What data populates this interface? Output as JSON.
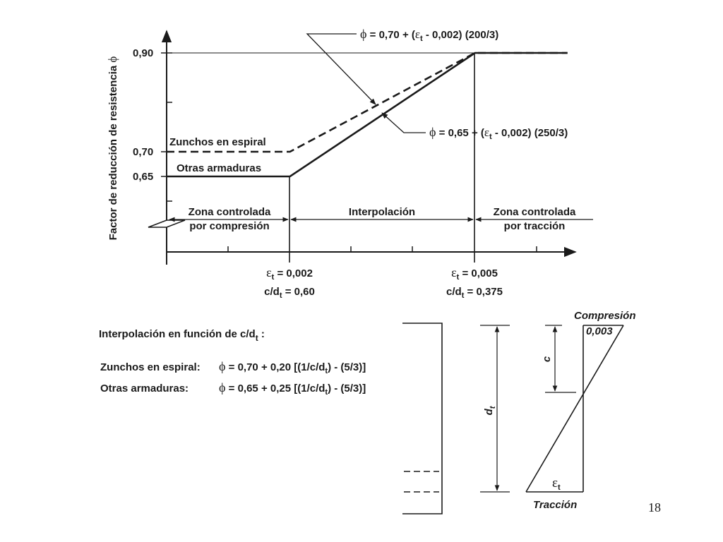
{
  "chart_data": {
    "type": "line",
    "ylabel": "Factor de reducción de resistencia",
    "ylabel_symbol": "ϕ",
    "y_ticks": [
      {
        "value": 0.9,
        "label": "0,90"
      },
      {
        "value": 0.7,
        "label": "0,70"
      },
      {
        "value": 0.65,
        "label": "0,65"
      }
    ],
    "x_ticks": [
      {
        "value": 0.002,
        "strain": {
          "sym": "ε",
          "sub": "t",
          "rest": " = 0,002"
        },
        "ratio": {
          "pre": "c/d",
          "sub": "t",
          "rest": " = 0,60"
        }
      },
      {
        "value": 0.005,
        "strain": {
          "sym": "ε",
          "sub": "t",
          "rest": " = 0,005"
        },
        "ratio": {
          "pre": "c/d",
          "sub": "t",
          "rest": " = 0,375"
        }
      }
    ],
    "series": [
      {
        "name": "Zunchos en espiral",
        "style": "dashed",
        "color": "#1a1a1a",
        "points": [
          [
            0.0,
            0.7
          ],
          [
            0.002,
            0.7
          ],
          [
            0.005,
            0.9
          ],
          [
            0.0065,
            0.9
          ]
        ]
      },
      {
        "name": "Otras armaduras",
        "style": "solid",
        "color": "#1a1a1a",
        "points": [
          [
            0.0,
            0.65
          ],
          [
            0.002,
            0.65
          ],
          [
            0.005,
            0.9
          ],
          [
            0.0065,
            0.9
          ]
        ]
      }
    ],
    "annotations": [
      {
        "target": "Zunchos en espiral",
        "phi": "ϕ",
        "a": " = 0,70 + (",
        "eps": "ε",
        "sub": "t",
        "b": " - 0,002) (200/3)"
      },
      {
        "target": "Otras armaduras",
        "phi": "ϕ",
        "a": " = 0,65 + (",
        "eps": "ε",
        "sub": "t",
        "b": " - 0,002) (250/3)"
      }
    ],
    "zones": [
      {
        "line1": "Zona controlada",
        "line2": "por compresión"
      },
      {
        "line1": "Interpolación",
        "line2": ""
      },
      {
        "line1": "Zona controlada",
        "line2": "por tracción"
      }
    ]
  },
  "interpolation": {
    "heading": "Interpolación en función de  c/d",
    "heading_sub": "t",
    "heading_end": " :",
    "rows": [
      {
        "label": "Zunchos en espiral:",
        "phi": "ϕ",
        "formula_a": " = 0,70 + 0,20 [(1/c/d",
        "sub": "t",
        "formula_b": ") - (5/3)]"
      },
      {
        "label": "Otras armaduras:",
        "phi": "ϕ",
        "formula_a": " = 0,65 + 0,25 [(1/c/d",
        "sub": "t",
        "formula_b": ") - (5/3)]"
      }
    ]
  },
  "strain_diagram": {
    "compression_label": "Compresión",
    "compression_value": "0,003",
    "c_label": "c",
    "dt_label": "d",
    "dt_sub": "t",
    "eps_label": "ε",
    "eps_sub": "t",
    "tension_label": "Tracción"
  },
  "page_number": "18"
}
